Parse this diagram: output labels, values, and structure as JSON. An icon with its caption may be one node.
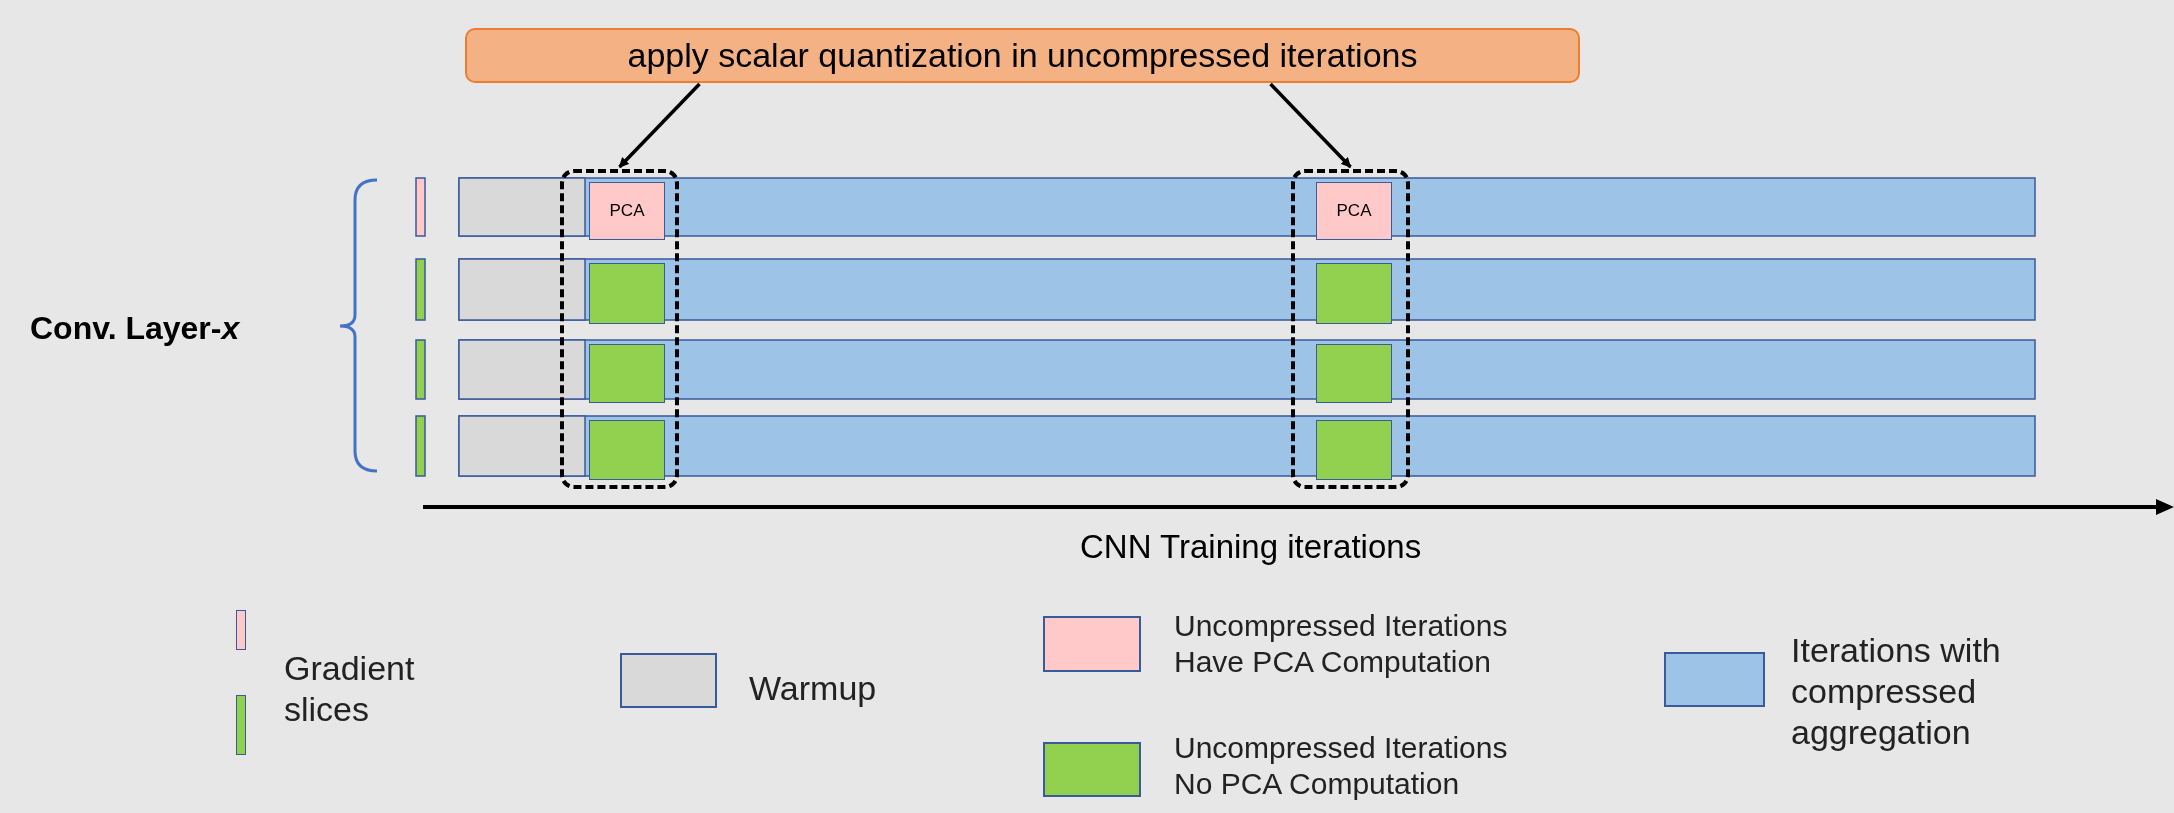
{
  "diagram": {
    "nodes": [
      {
        "text": [
          "apply scalar quantization in uncompressed iterations"
        ]
      },
      {
        "text": [],
        "shape": "box"
      },
      {
        "text": [
          "PCA"
        ],
        "in": 1
      },
      {
        "text": [],
        "shape": "box",
        "in": 1
      },
      {
        "text": [],
        "shape": "box",
        "in": 1
      },
      {
        "text": [],
        "shape": "box",
        "in": 1
      },
      {
        "text": [],
        "shape": "box"
      },
      {
        "text": [
          "PCA"
        ],
        "in": 6
      },
      {
        "text": [],
        "shape": "box",
        "in": 6
      },
      {
        "text": [],
        "shape": "box",
        "in": 6
      },
      {
        "text": [],
        "shape": "box",
        "in": 6
      }
    ],
    "edges": [
      {
        "from": 0,
        "to": 1,
        "arrow": "to"
      },
      {
        "from": 0,
        "to": 6,
        "arrow": "to"
      }
    ],
    "labels": [
      "Conv. Layer-*x*",
      "CNN Training iterations"
    ],
    "legend": [
      {
        "text": "Gradient slices"
      },
      {
        "text": "Warmup",
        "color": "#d9d9d9"
      },
      {
        "text": "Uncompressed Iterations Have PCA Computation",
        "color": "#ffc9c9"
      },
      {
        "text": "Uncompressed Iterations No PCA Computation",
        "color": "#92d050"
      },
      {
        "text": "Iterations with compressed aggregation",
        "color": "#9dc3e6"
      }
    ]
  }
}
